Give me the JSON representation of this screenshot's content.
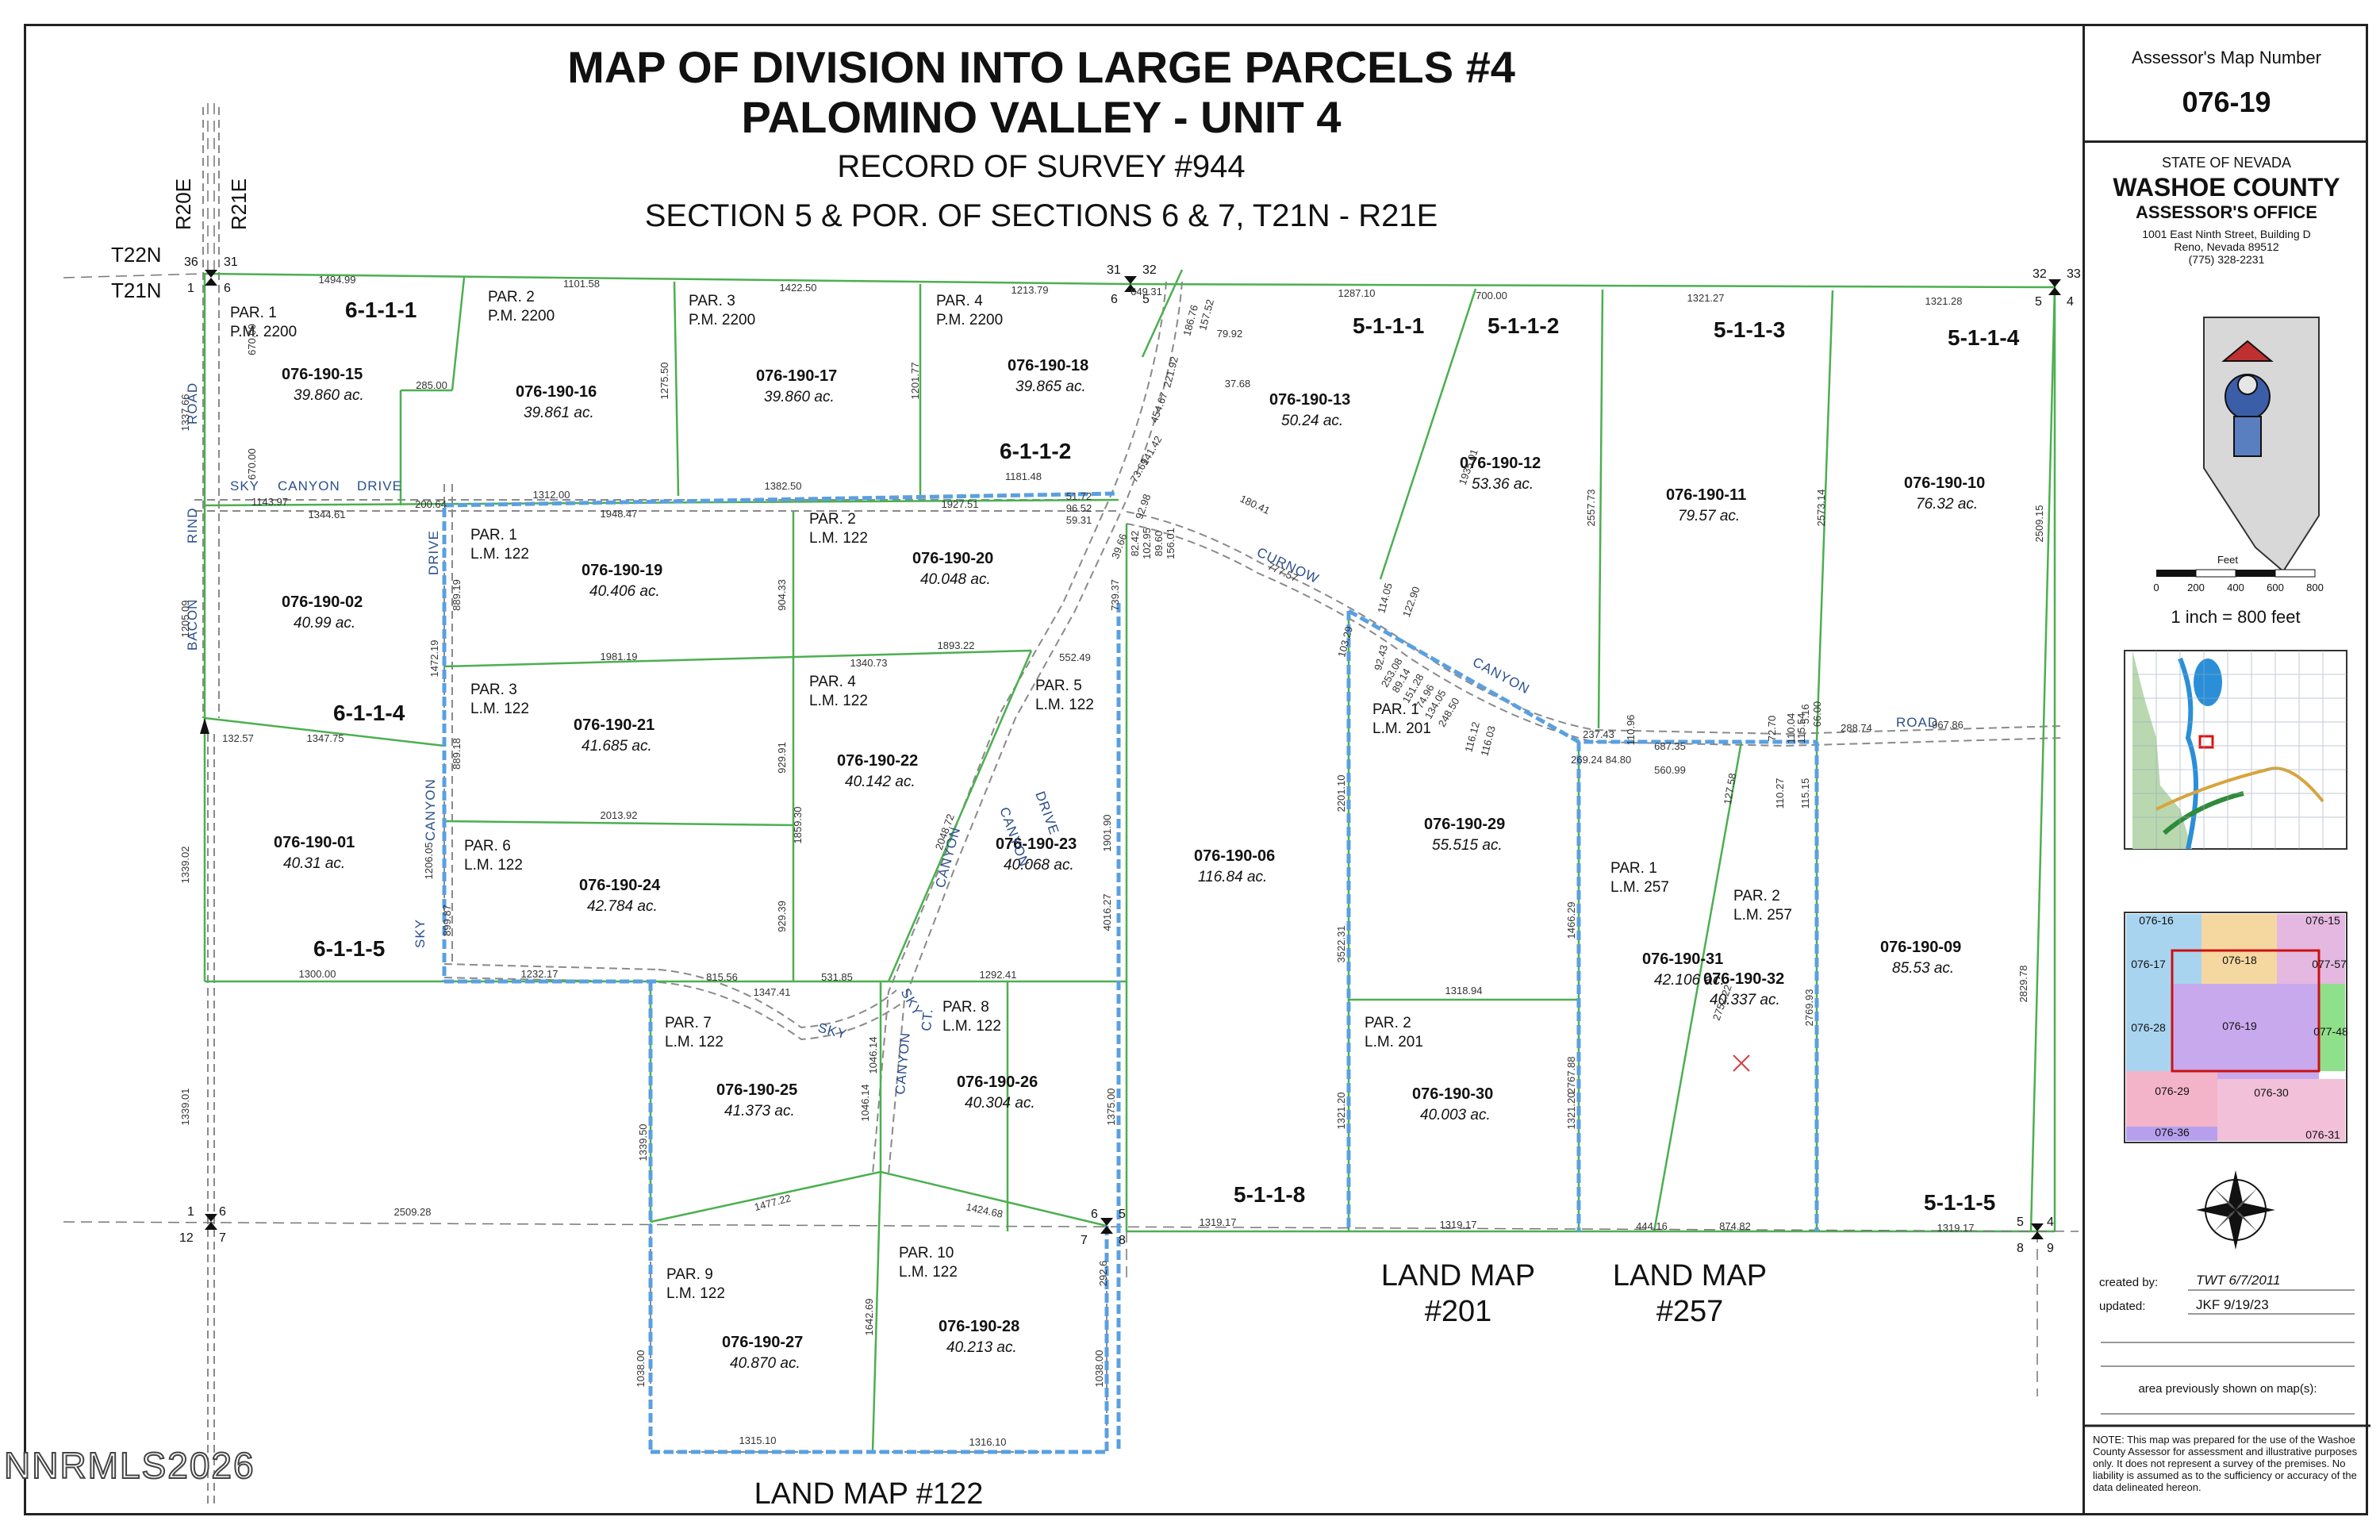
{
  "title": {
    "line1": "MAP OF DIVISION INTO LARGE PARCELS #4",
    "line2": "PALOMINO VALLEY - UNIT 4",
    "line3": "RECORD OF SURVEY #944",
    "line4": "SECTION 5 & POR. OF SECTIONS 6 & 7, T21N - R21E"
  },
  "sidebar": {
    "map_number_label": "Assessor's Map Number",
    "map_number": "076-19",
    "state": "STATE OF NEVADA",
    "county": "WASHOE COUNTY",
    "office": "ASSESSOR'S OFFICE",
    "address1": "1001 East Ninth Street, Building D",
    "address2": "Reno, Nevada 89512",
    "phone": "(775) 328-2231",
    "scale_label": "Feet",
    "scale_ticks": [
      "0",
      "200",
      "400",
      "600",
      "800"
    ],
    "scale_text": "1 inch = 800 feet",
    "index_labels": [
      "076-16",
      "076-15",
      "076-17",
      "076-18",
      "077-57",
      "076-28",
      "076-19",
      "077-48",
      "076-29",
      "076-30",
      "076-36",
      "076-31"
    ],
    "created_label": "created by:",
    "created_value": "TWT 6/7/2011",
    "updated_label": "updated:",
    "updated_value": "JKF 9/19/23",
    "previous_label": "area previously shown on map(s):",
    "note": "NOTE: This map was prepared for the use of the Washoe County Assessor for assessment and illustrative purposes only. It does not represent a survey of the premises. No liability is assumed as to the sufficiency or accuracy of the data delineated hereon."
  },
  "watermark": "NNRMLS2026",
  "colors": {
    "parcel_line": "#4caf50",
    "road_line": "#8a8a8a",
    "easement": "#5aa0e0",
    "text": "#111111"
  },
  "township": {
    "t22n": "T22N",
    "t21n": "T21N",
    "r20e": "R20E",
    "r21e": "R21E"
  },
  "corners": [
    "36",
    "31",
    "1",
    "6",
    "31",
    "32",
    "6",
    "5",
    "32",
    "33",
    "5",
    "4",
    "1",
    "6",
    "12",
    "7",
    "6",
    "5",
    "7",
    "8",
    "5",
    "4",
    "8",
    "9"
  ],
  "tracts": [
    "6-1-1-1",
    "6-1-1-2",
    "6-1-1-4",
    "6-1-1-5",
    "5-1-1-1",
    "5-1-1-2",
    "5-1-1-3",
    "5-1-1-4",
    "5-1-1-8",
    "5-1-1-5"
  ],
  "parcels": [
    {
      "par": "PAR. 1",
      "ref": "P.M. 2200",
      "apn": "076-190-15",
      "acres": "39.860 ac."
    },
    {
      "par": "PAR. 2",
      "ref": "P.M. 2200",
      "apn": "076-190-16",
      "acres": "39.861 ac."
    },
    {
      "par": "PAR. 3",
      "ref": "P.M. 2200",
      "apn": "076-190-17",
      "acres": "39.860 ac."
    },
    {
      "par": "PAR. 4",
      "ref": "P.M. 2200",
      "apn": "076-190-18",
      "acres": "39.865 ac."
    },
    {
      "par": "",
      "ref": "",
      "apn": "076-190-13",
      "acres": "50.24 ac."
    },
    {
      "par": "",
      "ref": "",
      "apn": "076-190-12",
      "acres": "53.36 ac."
    },
    {
      "par": "",
      "ref": "",
      "apn": "076-190-11",
      "acres": "79.57 ac."
    },
    {
      "par": "",
      "ref": "",
      "apn": "076-190-10",
      "acres": "76.32 ac."
    },
    {
      "par": "",
      "ref": "",
      "apn": "076-190-02",
      "acres": "40.99 ac."
    },
    {
      "par": "PAR. 1",
      "ref": "L.M. 122",
      "apn": "076-190-19",
      "acres": "40.406 ac."
    },
    {
      "par": "PAR. 2",
      "ref": "L.M. 122",
      "apn": "076-190-20",
      "acres": "40.048 ac."
    },
    {
      "par": "PAR. 3",
      "ref": "L.M. 122",
      "apn": "076-190-21",
      "acres": "41.685 ac."
    },
    {
      "par": "PAR. 4",
      "ref": "L.M. 122",
      "apn": "076-190-22",
      "acres": "40.142 ac."
    },
    {
      "par": "PAR. 5",
      "ref": "L.M. 122",
      "apn": "076-190-23",
      "acres": "40.068 ac."
    },
    {
      "par": "",
      "ref": "",
      "apn": "076-190-01",
      "acres": "40.31 ac."
    },
    {
      "par": "PAR. 6",
      "ref": "L.M. 122",
      "apn": "076-190-24",
      "acres": "42.784 ac."
    },
    {
      "par": "",
      "ref": "",
      "apn": "076-190-06",
      "acres": "116.84 ac."
    },
    {
      "par": "PAR. 1",
      "ref": "L.M. 201",
      "apn": "076-190-29",
      "acres": "55.515 ac."
    },
    {
      "par": "PAR. 2",
      "ref": "L.M. 201",
      "apn": "076-190-30",
      "acres": "40.003 ac."
    },
    {
      "par": "PAR. 1",
      "ref": "L.M. 257",
      "apn": "076-190-31",
      "acres": "42.106 ac."
    },
    {
      "par": "PAR. 2",
      "ref": "L.M. 257",
      "apn": "076-190-32",
      "acres": "40.337 ac."
    },
    {
      "par": "",
      "ref": "",
      "apn": "076-190-09",
      "acres": "85.53 ac."
    },
    {
      "par": "PAR. 7",
      "ref": "L.M. 122",
      "apn": "076-190-25",
      "acres": "41.373 ac."
    },
    {
      "par": "PAR. 8",
      "ref": "L.M. 122",
      "apn": "076-190-26",
      "acres": "40.304 ac."
    },
    {
      "par": "PAR. 9",
      "ref": "L.M. 122",
      "apn": "076-190-27",
      "acres": "40.870 ac."
    },
    {
      "par": "PAR. 10",
      "ref": "L.M. 122",
      "apn": "076-190-28",
      "acres": "40.213 ac."
    }
  ],
  "roads": [
    "SKY",
    "CANYON",
    "DRIVE",
    "BACON",
    "RIND",
    "ROAD",
    "CURNOW",
    "CANYON",
    "ROAD",
    "DRIVE",
    "CANYON",
    "SKY",
    "CANYON",
    "SKY",
    "CANYON",
    "DRIVE",
    "SKY",
    "CANYON",
    "CT."
  ],
  "land_maps": [
    "LAND MAP #122",
    "LAND MAP",
    "#201",
    "LAND MAP",
    "#257"
  ],
  "dims": [
    "1494.99",
    "1101.58",
    "1422.50",
    "1213.79",
    "649.31",
    "1287.10",
    "700.00",
    "1321.27",
    "1321.28",
    "1337.66",
    "670.00",
    "1275.50",
    "1201.77",
    "285.00",
    "670.00",
    "1143.97",
    "200.64",
    "1312.00",
    "1382.50",
    "1181.48",
    "1344.61",
    "1948.47",
    "1927.51",
    "51.72",
    "96.52",
    "59.31",
    "1205.09",
    "1472.19",
    "889.19",
    "904.33",
    "1981.19",
    "1893.22",
    "1340.73",
    "552.49",
    "132.57",
    "1347.75",
    "889.18",
    "929.91",
    "2013.92",
    "1859.30",
    "1339.02",
    "1206.05",
    "899.87",
    "929.39",
    "1300.00",
    "1232.17",
    "815.56",
    "531.85",
    "1292.41",
    "1347.41",
    "1339.01",
    "2509.28",
    "1477.22",
    "1424.68",
    "1319.17",
    "1319.17",
    "444.16",
    "874.82",
    "1319.17",
    "1315.10",
    "1316.10",
    "1038.00",
    "1642.69",
    "1038.00",
    "1339.50",
    "1046.14",
    "1375.00",
    "1901.90",
    "4016.27",
    "739.37",
    "3522.31",
    "2201.10",
    "1318.94",
    "1321.20",
    "1321.20",
    "1466.29",
    "2767.88",
    "2752.22",
    "2769.93",
    "1935.01",
    "2557.73",
    "2573.14",
    "2509.15",
    "2829.78",
    "180.41",
    "777.57",
    "156.01",
    "89.60",
    "102.95",
    "82.42",
    "39.66",
    "92.98",
    "73.69",
    "141.42",
    "454.67",
    "221.92",
    "186.76",
    "157.52",
    "79.92",
    "37.68",
    "114.05",
    "122.90",
    "103.29",
    "92.43",
    "253.08",
    "89.14",
    "151.28",
    "74.96",
    "134.05",
    "248.50",
    "116.12",
    "116.03",
    "237.43",
    "269.24",
    "84.80",
    "110.96",
    "687.35",
    "560.99",
    "72.70",
    "110.04",
    "5.16",
    "66.00",
    "115.54",
    "288.74",
    "967.86",
    "127.58",
    "110.27",
    "115.15",
    "292.6",
    "1046.14",
    "2048.72"
  ]
}
